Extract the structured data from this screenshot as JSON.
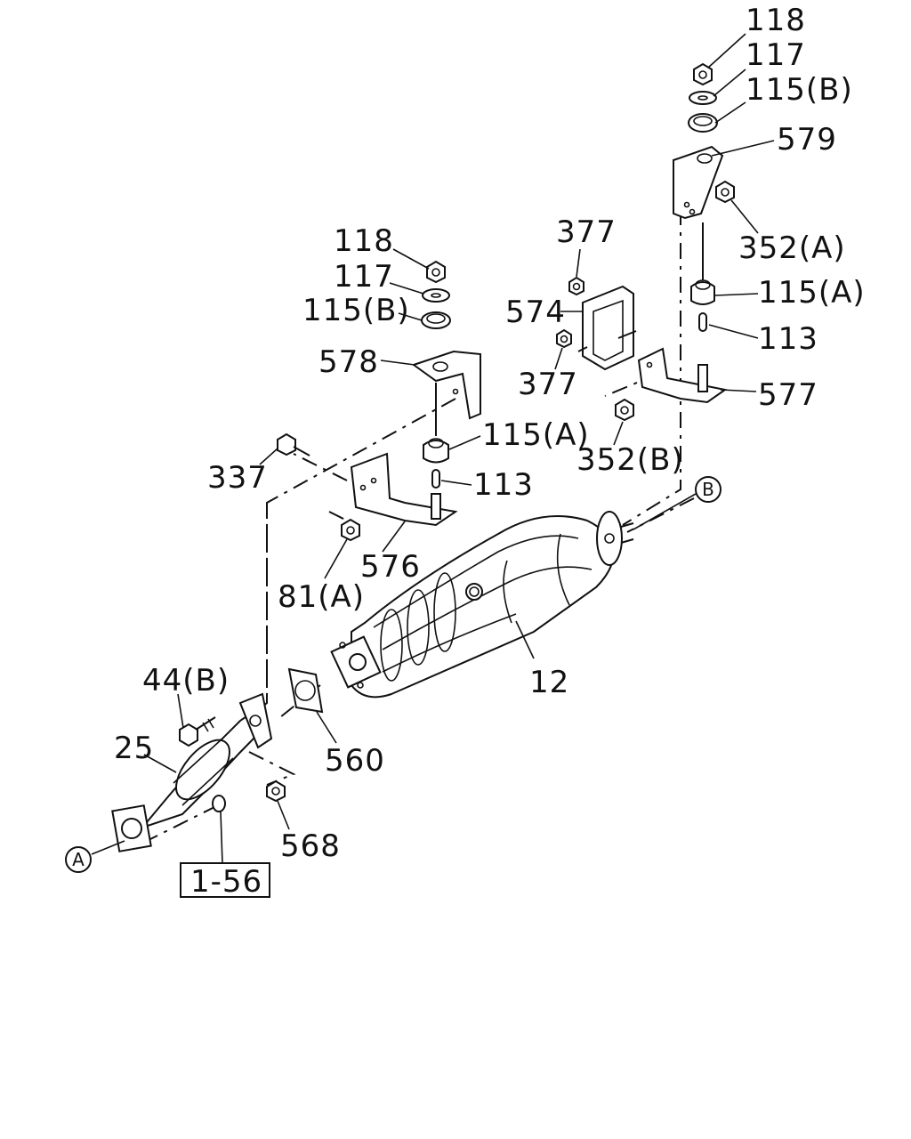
{
  "labels": {
    "l118_top": "118",
    "l117_top": "117",
    "l115b_top": "115(B)",
    "l579": "579",
    "l352a": "352(A)",
    "l115a_right": "115(A)",
    "l113_right": "113",
    "l577": "577",
    "l352b": "352(B)",
    "l377_top": "377",
    "l574": "574",
    "l377_bottom": "377",
    "l118_left": "118",
    "l117_left": "117",
    "l115b_left": "115(B)",
    "l578": "578",
    "l115a_left": "115(A)",
    "l113_left": "113",
    "l337": "337",
    "l576": "576",
    "l81a": "81(A)",
    "l12": "12",
    "l44b": "44(B)",
    "l25": "25",
    "l560": "560",
    "l568": "568",
    "ref_box": "1-56",
    "circle_a": "A",
    "circle_b": "B"
  }
}
